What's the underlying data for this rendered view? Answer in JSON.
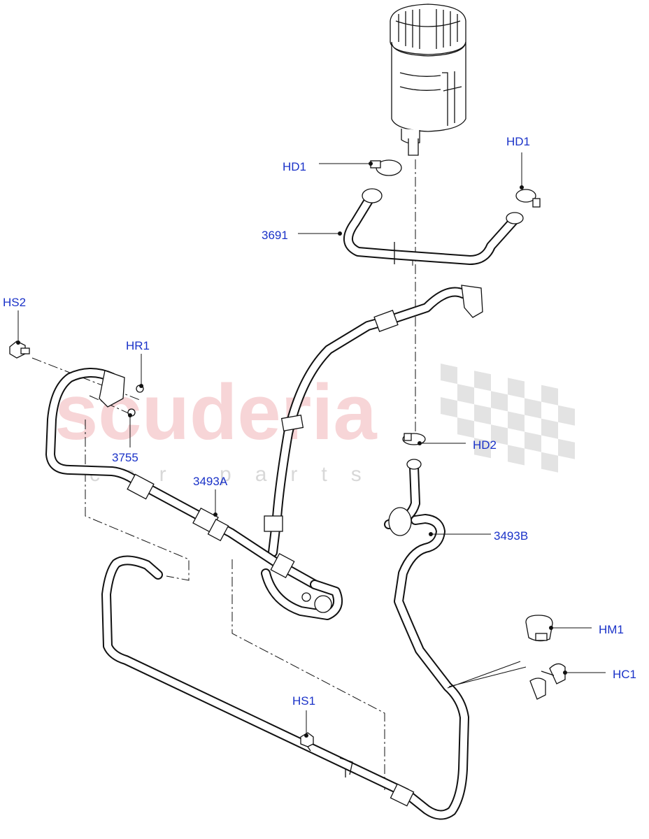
{
  "watermark": {
    "main_text": "scuderia",
    "sub_text": "car parts"
  },
  "callouts": {
    "hd1_top": "HD1",
    "hd1_right": "HD1",
    "part_3691": "3691",
    "hs2": "HS2",
    "hr1": "HR1",
    "part_3755": "3755",
    "part_3493a": "3493A",
    "hd2": "HD2",
    "part_3493b": "3493B",
    "hm1": "HM1",
    "hc1": "HC1",
    "hs1": "HS1"
  },
  "colors": {
    "callout_text": "#1a32c8",
    "line": "#111111",
    "watermark_red": "#f2b4b8"
  }
}
